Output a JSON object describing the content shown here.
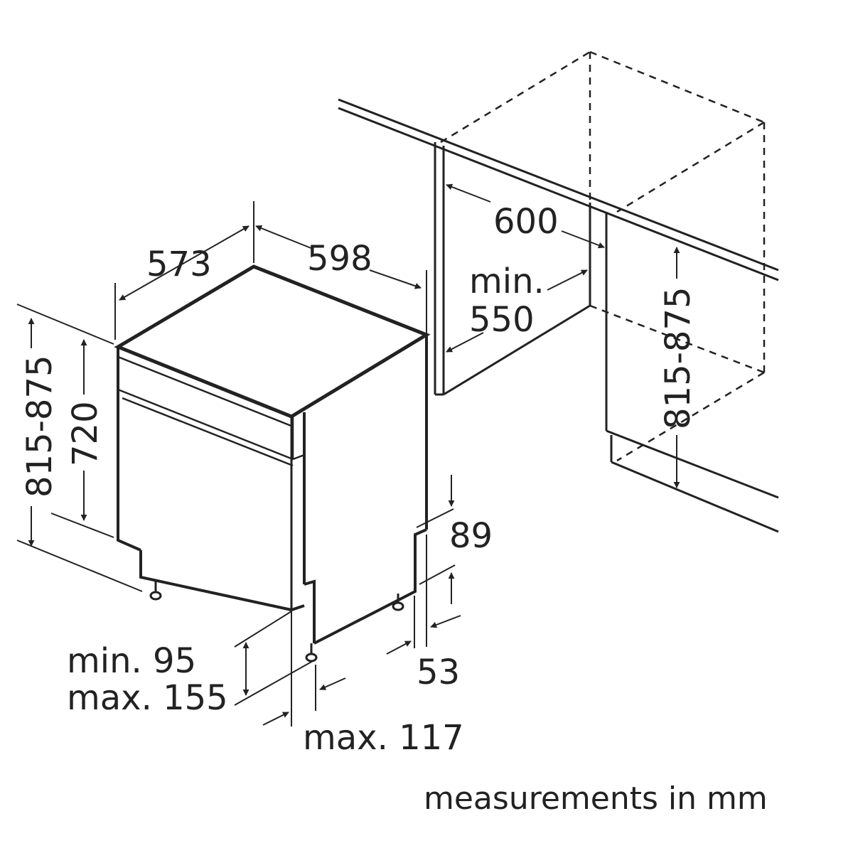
{
  "diagram": {
    "ink_color": "#222222",
    "background_color": "#ffffff",
    "labels": {
      "depth_573": "573",
      "width_598": "598",
      "width_600": "600",
      "niche_min_line1": "min.",
      "niche_min_line2": "550",
      "niche_height_815_875": "815-875",
      "height_815_875": "815-875",
      "height_720": "720",
      "plinth_89": "89",
      "plinth_53": "53",
      "door_min_95": "min. 95",
      "door_max_155": "max. 155",
      "door_max_117": "max. 117"
    },
    "footer": "measurements in mm"
  }
}
